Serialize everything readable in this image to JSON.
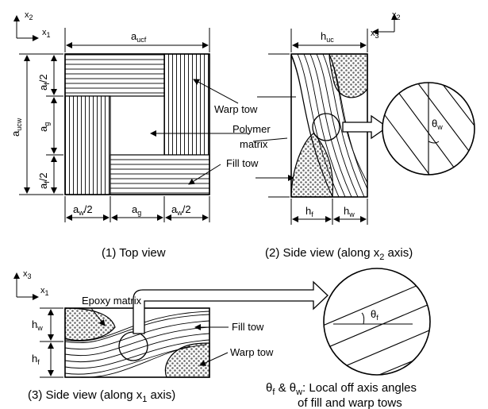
{
  "top_view": {
    "caption": "(1) Top view",
    "axis_x2": "x",
    "axis_x2_sub": "2",
    "axis_x1": "x",
    "axis_x1_sub": "1",
    "dim_top": "a",
    "dim_top_sub": "ucf",
    "dim_left": "a",
    "dim_left_sub": "ucw",
    "dim_af_top": "a",
    "dim_af_top_sub": "f",
    "dim_af_top_tail": "/2",
    "dim_ag_left": "a",
    "dim_ag_left_sub": "g",
    "dim_af_bot": "a",
    "dim_af_bot_sub": "f",
    "dim_af_bot_tail": "/2",
    "dim_aw_left": "a",
    "dim_aw_left_sub": "w",
    "dim_aw_left_tail": "/2",
    "dim_ag_bottom": "a",
    "dim_ag_bottom_sub": "g",
    "dim_aw_right": "a",
    "dim_aw_right_sub": "w",
    "dim_aw_right_tail": "/2",
    "callout_warp": "Warp tow",
    "callout_polymer_1": "Polymer",
    "callout_polymer_2": "matrix",
    "callout_fill": "Fill tow"
  },
  "side_x2": {
    "caption_pre": "(2) Side view (along x",
    "caption_sub": "2",
    "caption_post": " axis)",
    "axis_x2": "x",
    "axis_x2_sub": "2",
    "axis_x3": "x",
    "axis_x3_sub": "3",
    "dim_top": "h",
    "dim_top_sub": "uc",
    "dim_hf": "h",
    "dim_hf_sub": "f",
    "dim_hw": "h",
    "dim_hw_sub": "w",
    "theta": "θ",
    "theta_sub": "w"
  },
  "side_x1": {
    "caption_pre": "(3) Side view (along x",
    "caption_sub": "1",
    "caption_post": " axis)",
    "axis_x3": "x",
    "axis_x3_sub": "3",
    "axis_x1": "x",
    "axis_x1_sub": "1",
    "callout_epoxy": "Epoxy matrix",
    "callout_fill": "Fill tow",
    "callout_warp": "Warp tow",
    "dim_hw": "h",
    "dim_hw_sub": "w",
    "dim_hf": "h",
    "dim_hf_sub": "f",
    "theta": "θ",
    "theta_sub": "f"
  },
  "note": {
    "line1_a": "θ",
    "line1_a_sub": "f",
    "line1_b": " & θ",
    "line1_b_sub": "w",
    "line1_c": ": Local off axis angles",
    "line2": "of fill and warp tows"
  }
}
